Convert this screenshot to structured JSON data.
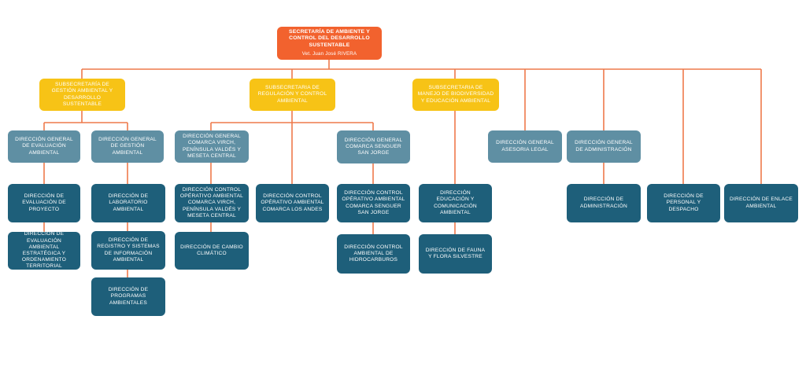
{
  "root": {
    "title": "SECRETARÍA de AMBIENTE y CONTROL del DESARROLLO SUSTENTABLE",
    "person": "Vet. Juan José RIVERA"
  },
  "subsecretarias": [
    "SUBSECRETARÍA DE GESTIÓN AMBIENTAL Y DESARROLLO SUSTENTABLE",
    "SUBSECRETARIA DE REGULACIÓN Y CONTROL AMBIENTAL",
    "SUBSECRETARIA DE MANEJO DE BIODIVERSIDAD Y EDUCACIÓN AMBIENTAL"
  ],
  "direcciones_generales": [
    "DIRECCIÓN GENERAL DE EVALUACIÓN AMBIENTAL",
    "DIRECCIÓN GENERAL DE GESTIÓN AMBIENTAL",
    "DIRECCIÓN GENERAL COMARCA VIRCH, PENÍNSULA VALDÉS Y MESETA CENTRAL",
    "DIRECCIÓN GENERAL COMARCA SENGUER SAN JORGE",
    "DIRECCIÓN GENERAL ASESORIA LEGAL",
    "DIRECCIÓN GENERAL DE ADMINISTRACIÓN"
  ],
  "direcciones": [
    "DIRECCIÓN DE EVALUACIÓN DE PROYECTO",
    "DIRECCIÓN DE EVALUACIÓN AMBIENTAL ESTRATÉGICA Y ORDENAMIENTO TERRITORIAL",
    "DIRECCIÓN DE LABORATORIO AMBIENTAL",
    "DIRECCIÓN DE REGISTRO Y SISTEMAS DE INFORMACIÓN AMBIENTAL",
    "DIRECCIÓN DE PROGRAMAS AMBIENTALES",
    "DIRECCIÓN CONTROL OPÉRATIVO AMBIENTAL COMARCA VIRCH, PENÍNSULA VALDÉS Y MESETA CENTRAL",
    "DIRECCIÓN DE CAMBIO CLIMÁTICO",
    "DIRECCIÓN CONTROL OPÉRATIVO AMBIENTAL COMARCA LOS ANDES",
    "DIRECCIÓN CONTROL OPÉRATIVO AMBIENTAL COMARCA SENGUER SAN JORGE",
    "DIRECCIÓN CONTROL AMBIENTAL DE HIDROCARBUROS",
    "DIRECCIÓN EDUCACIÓN Y COMUNICACIÓN AMBIENTAL",
    "DIRECCIÓN DE FAUNA Y FLORA SILVESTRE",
    "DIRECCIÓN DE ADMINISTRACIÓN",
    "DIRECCIÓN DE PERSONAL Y DESPACHO",
    "DIRECCIÓN DE ENLACE AMBIENTAL"
  ],
  "colors": {
    "root": "#F2622E",
    "subsecretaria": "#F7C316",
    "direccion_general": "#5F8FA3",
    "direccion": "#1E5F7A",
    "connector": "#EE7A4B"
  }
}
